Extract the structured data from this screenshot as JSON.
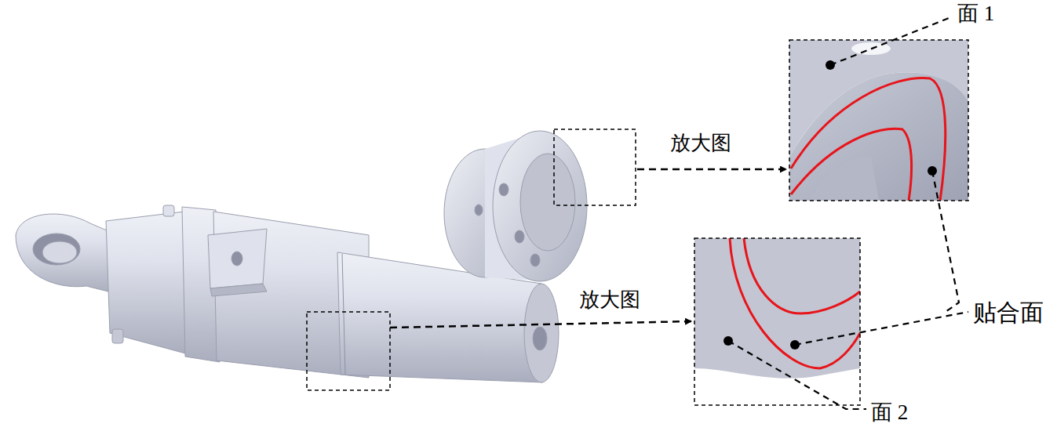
{
  "diagram": {
    "labels": [
      "面 1",
      "放大图",
      "放大图",
      "贴合面",
      "面 2"
    ]
  }
}
